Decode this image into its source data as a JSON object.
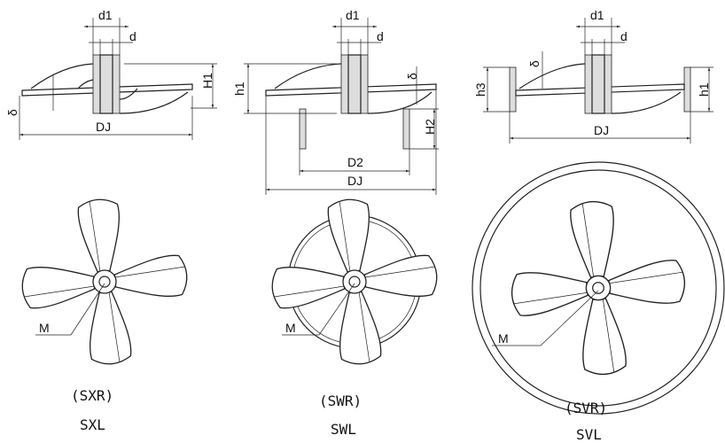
{
  "title": "",
  "dimensions": {
    "d1": "d1",
    "d": "d",
    "H1": "H1",
    "delta": "δ",
    "DJ": "DJ",
    "h1": "h1",
    "H2": "H2",
    "D2": "D2",
    "h3": "h3",
    "M": "M"
  },
  "views": [
    {
      "code": "(SXR)",
      "name": "SXL"
    },
    {
      "code": "(SWR)",
      "name": "SWL"
    },
    {
      "code": "(SVR)",
      "name": "SVL"
    }
  ]
}
